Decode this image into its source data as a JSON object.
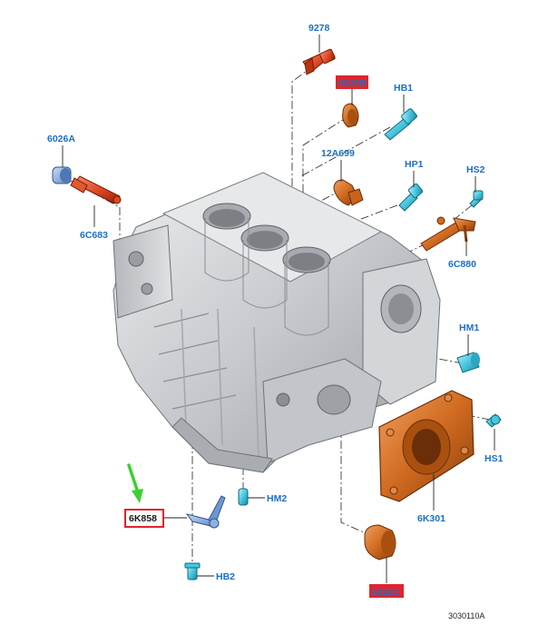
{
  "figure_id": "3030110A",
  "colors": {
    "label_blue": "#1a6fc8",
    "highlight_red": "#e0252b",
    "part_orange": "#c8621a",
    "part_cyan": "#3fc4dc",
    "block_grey": "#c9ccd0",
    "arrow_green": "#3ad12f"
  },
  "parts": [
    {
      "code": "9278"
    },
    {
      "code": "6026B"
    },
    {
      "code": "HB1"
    },
    {
      "code": "6026A"
    },
    {
      "code": "12A699"
    },
    {
      "code": "HP1"
    },
    {
      "code": "HS2"
    },
    {
      "code": "6C683"
    },
    {
      "code": "6C880"
    },
    {
      "code": "HM1"
    },
    {
      "code": "HS1"
    },
    {
      "code": "6K301"
    },
    {
      "code": "HM2"
    },
    {
      "code": "6K858"
    },
    {
      "code": "HB2"
    },
    {
      "code": "6026C"
    }
  ]
}
